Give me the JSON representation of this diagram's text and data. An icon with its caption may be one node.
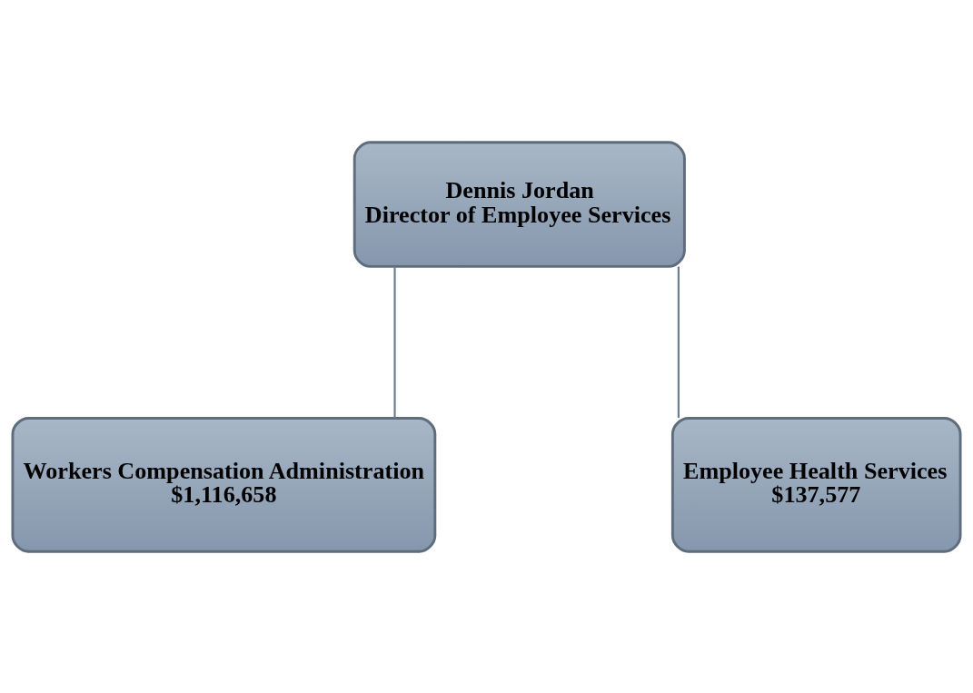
{
  "diagram": {
    "nodes": [
      {
        "text": [
          "Dennis Jordan",
          "Director of Employee Services"
        ]
      },
      {
        "text": [
          "Workers Compensation Administration",
          "$1,116,658"
        ]
      },
      {
        "text": [
          "Employee Health Services",
          "$137,577"
        ]
      }
    ],
    "edges": [
      {
        "from": 0,
        "to": 1,
        "arrow": "none"
      },
      {
        "from": 0,
        "to": 2,
        "arrow": "none"
      }
    ]
  }
}
